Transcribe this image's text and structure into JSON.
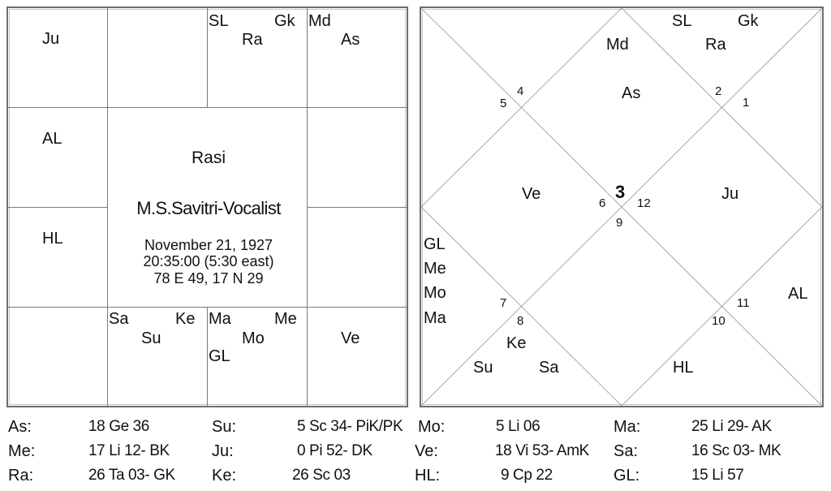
{
  "south_chart": {
    "cells": {
      "pisces": [
        "Ju"
      ],
      "aries": [],
      "taurus": [
        "SL",
        "Gk",
        "Ra"
      ],
      "gemini": [
        "Md",
        "As"
      ],
      "aquarius": [
        "AL"
      ],
      "cancer": [],
      "capricorn": [
        "HL"
      ],
      "leo": [],
      "sagittarius": [],
      "scorpio": [
        "Sa",
        "Ke",
        "Su"
      ],
      "libra": [
        "Ma",
        "Me",
        "Mo",
        "GL"
      ],
      "virgo": [
        "Ve"
      ]
    },
    "center": {
      "chart_name": "Rasi",
      "person": "M.S.Savitri-Vocalist",
      "date": "November 21, 1927",
      "time": "20:35:00 (5:30 east)",
      "coords": "78 E 49, 17 N 29"
    }
  },
  "north_chart": {
    "house_numbers": {
      "h1": "3",
      "h2": "4",
      "h3": "5",
      "h4": "6",
      "h5": "7",
      "h6": "8",
      "h7": "9",
      "h8": "10",
      "h9": "11",
      "h10": "12",
      "h11": "1",
      "h12": "2"
    },
    "houses": {
      "h1": [
        "Md",
        "As"
      ],
      "h12": [
        "SL",
        "Gk",
        "Ra"
      ],
      "h11": [],
      "h10": [
        "Ju"
      ],
      "h9": [
        "AL"
      ],
      "h8": [
        "HL"
      ],
      "h7": [],
      "h6": [
        "Ke",
        "Su",
        "Sa"
      ],
      "h5": [
        "GL",
        "Me",
        "Mo",
        "Ma"
      ],
      "h4": [
        "Ve"
      ],
      "h3": [],
      "h2": []
    }
  },
  "positions": [
    [
      {
        "label": "As:",
        "value": "18 Ge 36"
      },
      {
        "label": "Su:",
        "value": "5 Sc 34- PiK/PK"
      },
      {
        "label": "Mo:",
        "value": "5 Li 06"
      },
      {
        "label": "Ma:",
        "value": "25 Li 29- AK"
      }
    ],
    [
      {
        "label": "Me:",
        "value": "17 Li 12- BK"
      },
      {
        "label": "Ju:",
        "value": "0 Pi 52- DK"
      },
      {
        "label": "Ve:",
        "value": "18 Vi 53- AmK"
      },
      {
        "label": "Sa:",
        "value": "16 Sc 03- MK"
      }
    ],
    [
      {
        "label": "Ra:",
        "value": "26 Ta 03- GK"
      },
      {
        "label": "Ke:",
        "value": "26 Sc 03"
      },
      {
        "label": "HL:",
        "value": "9 Cp 22"
      },
      {
        "label": "GL:",
        "value": "15 Li 57"
      }
    ]
  ],
  "colors": {
    "border": "#6e6e6e",
    "grid_line": "#7a7a7a",
    "diagonal_line": "#a8a8a8",
    "text": "#111111",
    "background": "#ffffff"
  }
}
